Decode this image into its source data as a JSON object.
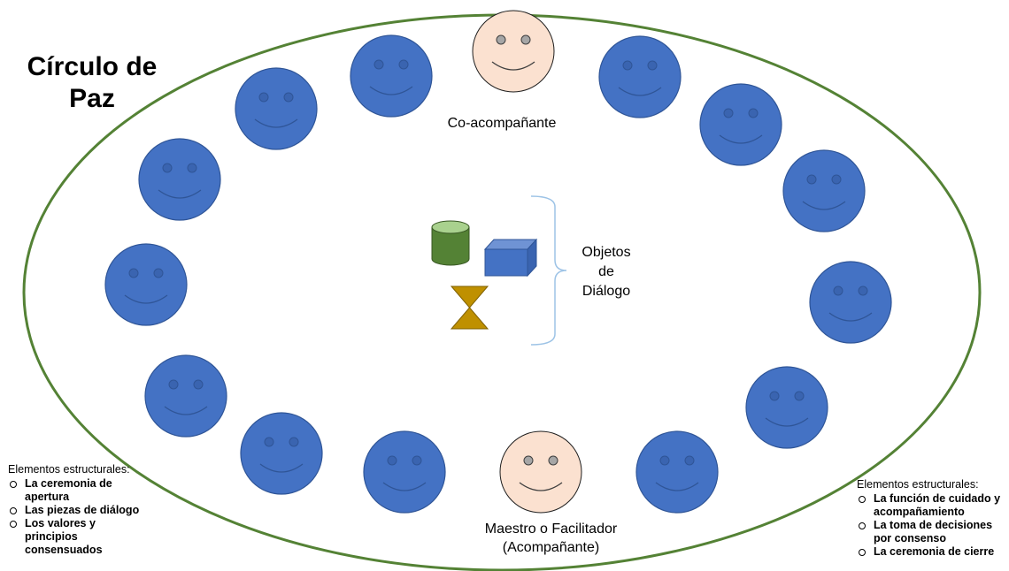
{
  "title": [
    "Círculo de",
    "Paz"
  ],
  "co_facilitator_label": "Co-acompañante",
  "facilitator_label": [
    "Maestro o Facilitador",
    "(Acompañante)"
  ],
  "objects_label": [
    "Objetos",
    "de",
    "Diálogo"
  ],
  "left_structure": {
    "heading": "Elementos estructurales:",
    "items": [
      "La ceremonia de apertura",
      "Las piezas de diálogo",
      "Los valores y principios consensuados"
    ]
  },
  "right_structure": {
    "heading": "Elementos estructurales:",
    "items": [
      "La función de cuidado y acompañamiento",
      "La toma de decisiones por consenso",
      "La ceremonia de cierre"
    ]
  },
  "colors": {
    "ellipse": "#548235",
    "face_blue": "#4472c4",
    "face_blue_edge": "#2f5597",
    "face_peach": "#fbe1d0",
    "cylinder": "#548235",
    "box": "#4472c4",
    "hourglass": "#bf9000",
    "bracket": "#9dc3e6"
  }
}
